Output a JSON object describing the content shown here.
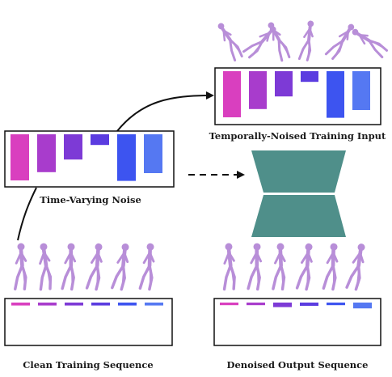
{
  "labels": {
    "noised_input": "Temporally-Noised Training Input",
    "noise": "Time-Varying Noise",
    "clean": "Clean Training Sequence",
    "denoised": "Denoised Output Sequence"
  },
  "colors": {
    "bars": [
      "#d93fbf",
      "#a83ccc",
      "#7d3ad6",
      "#5b3ce0",
      "#3d54f0",
      "#5578f2"
    ],
    "network": "#4f8f8a",
    "figure": "#b88ed8",
    "arrow": "#111111",
    "frame": "#111111"
  },
  "panels": {
    "noise_levels": [
      0.95,
      0.78,
      0.52,
      0.22,
      0.96,
      0.8
    ],
    "noised_input_levels": [
      0.95,
      0.78,
      0.52,
      0.22,
      0.96,
      0.8
    ],
    "clean_levels": [
      0.09,
      0.09,
      0.09,
      0.09,
      0.09,
      0.09
    ],
    "denoised_levels": [
      0.08,
      0.08,
      0.14,
      0.1,
      0.08,
      0.18
    ]
  },
  "icons": {
    "network": "encoder-decoder-hourglass-icon",
    "figure": "human-pose-figure-icon",
    "arrow": "arrow-icon"
  }
}
